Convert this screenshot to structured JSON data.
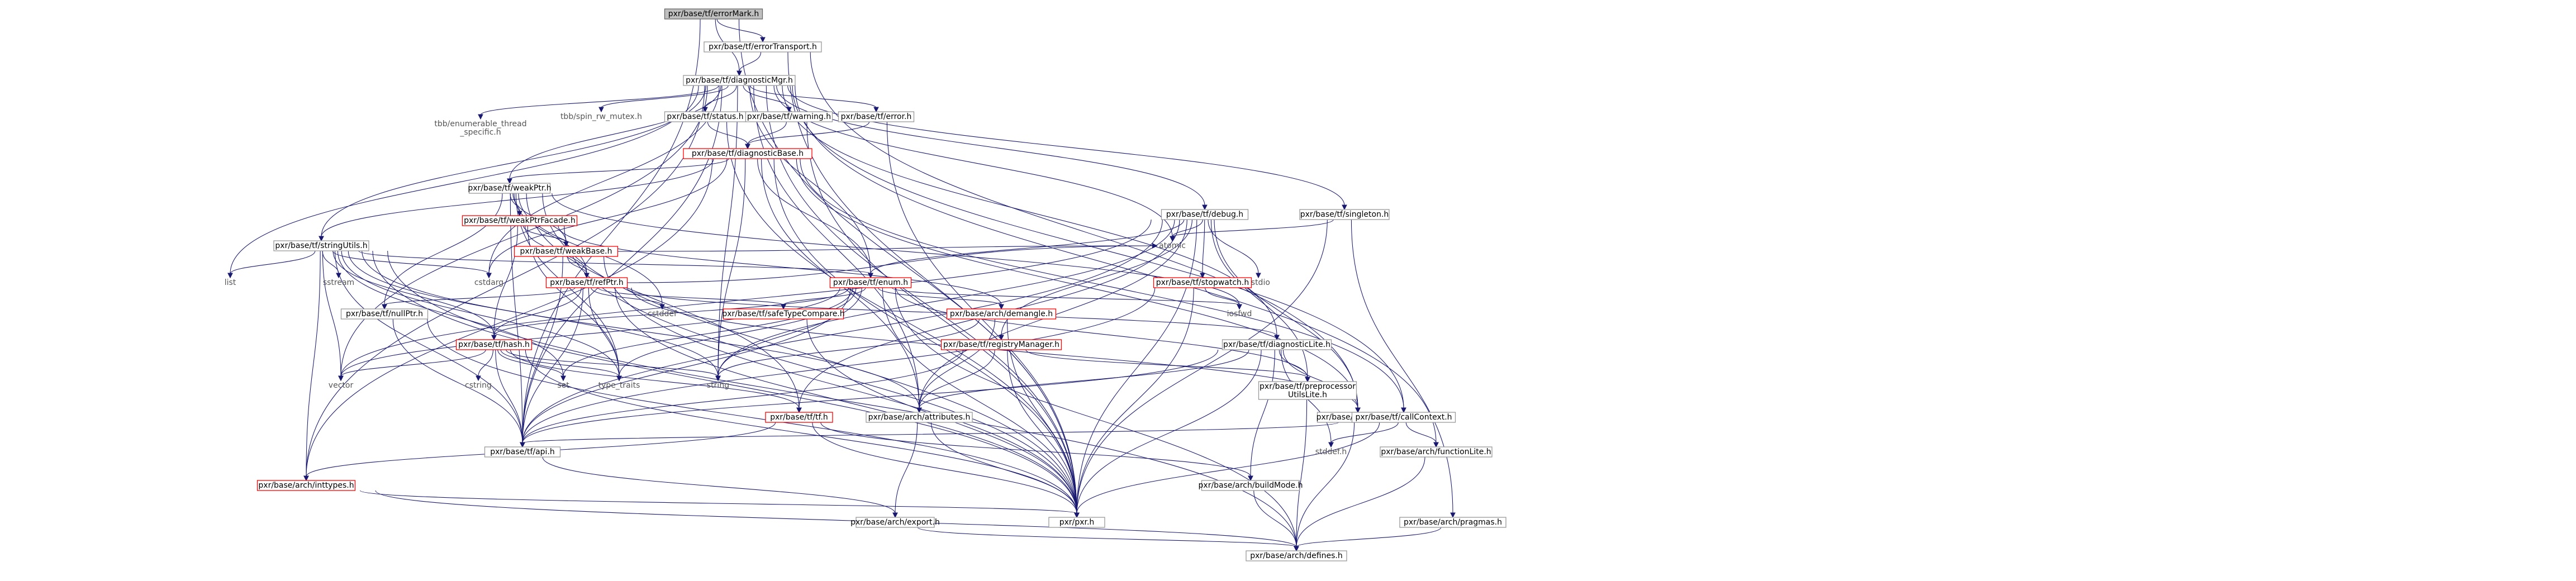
{
  "graph": {
    "nodes": [
      {
        "id": "errorMark",
        "lines": [
          "pxr/base/tf/errorMark.h"
        ],
        "style": "root"
      },
      {
        "id": "errorTransport",
        "lines": [
          "pxr/base/tf/errorTransport.h"
        ],
        "style": "normal"
      },
      {
        "id": "diagnosticMgr",
        "lines": [
          "pxr/base/tf/diagnosticMgr.h"
        ],
        "style": "normal"
      },
      {
        "id": "tbbETS",
        "lines": [
          "tbb/enumerable_thread",
          "_specific.h"
        ],
        "style": "ext"
      },
      {
        "id": "tbbSpin",
        "lines": [
          "tbb/spin_rw_mutex.h"
        ],
        "style": "ext"
      },
      {
        "id": "status",
        "lines": [
          "pxr/base/tf/status.h"
        ],
        "style": "normal"
      },
      {
        "id": "warning",
        "lines": [
          "pxr/base/tf/warning.h"
        ],
        "style": "normal"
      },
      {
        "id": "errorH",
        "lines": [
          "pxr/base/tf/error.h"
        ],
        "style": "normal"
      },
      {
        "id": "diagnosticBase",
        "lines": [
          "pxr/base/tf/diagnosticBase.h"
        ],
        "style": "trunc"
      },
      {
        "id": "weakPtr",
        "lines": [
          "pxr/base/tf/weakPtr.h"
        ],
        "style": "normal"
      },
      {
        "id": "weakPtrFacade",
        "lines": [
          "pxr/base/tf/weakPtrFacade.h"
        ],
        "style": "trunc"
      },
      {
        "id": "weakBase",
        "lines": [
          "pxr/base/tf/weakBase.h"
        ],
        "style": "trunc"
      },
      {
        "id": "refPtr",
        "lines": [
          "pxr/base/tf/refPtr.h"
        ],
        "style": "trunc"
      },
      {
        "id": "stringUtils",
        "lines": [
          "pxr/base/tf/stringUtils.h"
        ],
        "style": "normal"
      },
      {
        "id": "list",
        "lines": [
          "list"
        ],
        "style": "ext"
      },
      {
        "id": "sstream",
        "lines": [
          "sstream"
        ],
        "style": "ext"
      },
      {
        "id": "cstdarg",
        "lines": [
          "cstdarg"
        ],
        "style": "ext"
      },
      {
        "id": "debug",
        "lines": [
          "pxr/base/tf/debug.h"
        ],
        "style": "normal"
      },
      {
        "id": "singleton",
        "lines": [
          "pxr/base/tf/singleton.h"
        ],
        "style": "normal"
      },
      {
        "id": "atomic",
        "lines": [
          "atomic"
        ],
        "style": "ext"
      },
      {
        "id": "cstdio",
        "lines": [
          "cstdio"
        ],
        "style": "ext"
      },
      {
        "id": "enum",
        "lines": [
          "pxr/base/tf/enum.h"
        ],
        "style": "trunc"
      },
      {
        "id": "stopwatch",
        "lines": [
          "pxr/base/tf/stopwatch.h"
        ],
        "style": "trunc"
      },
      {
        "id": "iosfwd",
        "lines": [
          "iosfwd"
        ],
        "style": "ext"
      },
      {
        "id": "nullPtr",
        "lines": [
          "pxr/base/tf/nullPtr.h"
        ],
        "style": "normal"
      },
      {
        "id": "cstddef",
        "lines": [
          "cstddef"
        ],
        "style": "ext"
      },
      {
        "id": "hash",
        "lines": [
          "pxr/base/tf/hash.h"
        ],
        "style": "trunc"
      },
      {
        "id": "safeTypeCompare",
        "lines": [
          "pxr/base/tf/safeTypeCompare.h"
        ],
        "style": "trunc"
      },
      {
        "id": "demangle",
        "lines": [
          "pxr/base/arch/demangle.h"
        ],
        "style": "trunc"
      },
      {
        "id": "registryManager",
        "lines": [
          "pxr/base/tf/registryManager.h"
        ],
        "style": "trunc"
      },
      {
        "id": "diagnosticLite",
        "lines": [
          "pxr/base/tf/diagnosticLite.h"
        ],
        "style": "normal"
      },
      {
        "id": "preprocessorUtilsLite",
        "lines": [
          "pxr/base/tf/preprocessor",
          "UtilsLite.h"
        ],
        "style": "normal"
      },
      {
        "id": "hints",
        "lines": [
          "pxr/base/arch/hints.h"
        ],
        "style": "normal"
      },
      {
        "id": "callContext",
        "lines": [
          "pxr/base/tf/callContext.h"
        ],
        "style": "normal"
      },
      {
        "id": "functionLite",
        "lines": [
          "pxr/base/arch/functionLite.h"
        ],
        "style": "normal"
      },
      {
        "id": "vector",
        "lines": [
          "vector"
        ],
        "style": "ext"
      },
      {
        "id": "cstring",
        "lines": [
          "cstring"
        ],
        "style": "ext"
      },
      {
        "id": "set",
        "lines": [
          "set"
        ],
        "style": "ext"
      },
      {
        "id": "typeTraits",
        "lines": [
          "type_traits"
        ],
        "style": "ext"
      },
      {
        "id": "string",
        "lines": [
          "string"
        ],
        "style": "ext"
      },
      {
        "id": "tfH",
        "lines": [
          "pxr/base/tf/tf.h"
        ],
        "style": "trunc"
      },
      {
        "id": "attributes",
        "lines": [
          "pxr/base/arch/attributes.h"
        ],
        "style": "normal"
      },
      {
        "id": "stddef",
        "lines": [
          "stddef.h"
        ],
        "style": "ext"
      },
      {
        "id": "api",
        "lines": [
          "pxr/base/tf/api.h"
        ],
        "style": "normal"
      },
      {
        "id": "inttypes",
        "lines": [
          "pxr/base/arch/inttypes.h"
        ],
        "style": "trunc"
      },
      {
        "id": "buildMode",
        "lines": [
          "pxr/base/arch/buildMode.h"
        ],
        "style": "normal"
      },
      {
        "id": "archExport",
        "lines": [
          "pxr/base/arch/export.h"
        ],
        "style": "normal"
      },
      {
        "id": "pxr",
        "lines": [
          "pxr/pxr.h"
        ],
        "style": "normal"
      },
      {
        "id": "pragmas",
        "lines": [
          "pxr/base/arch/pragmas.h"
        ],
        "style": "normal"
      },
      {
        "id": "defines",
        "lines": [
          "pxr/base/arch/defines.h"
        ],
        "style": "normal"
      }
    ],
    "edges": [
      [
        "errorMark",
        "errorTransport"
      ],
      [
        "errorMark",
        "diagnosticMgr"
      ],
      [
        "errorMark",
        "api"
      ],
      [
        "errorMark",
        "pxr"
      ],
      [
        "errorTransport",
        "diagnosticMgr"
      ],
      [
        "errorTransport",
        "hints"
      ],
      [
        "errorTransport",
        "pxr"
      ],
      [
        "diagnosticMgr",
        "tbbETS"
      ],
      [
        "diagnosticMgr",
        "tbbSpin"
      ],
      [
        "diagnosticMgr",
        "status"
      ],
      [
        "diagnosticMgr",
        "warning"
      ],
      [
        "diagnosticMgr",
        "errorH"
      ],
      [
        "diagnosticMgr",
        "weakPtr"
      ],
      [
        "diagnosticMgr",
        "stringUtils"
      ],
      [
        "diagnosticMgr",
        "debug"
      ],
      [
        "diagnosticMgr",
        "singleton"
      ],
      [
        "diagnosticMgr",
        "enum"
      ],
      [
        "diagnosticMgr",
        "diagnosticLite"
      ],
      [
        "diagnosticMgr",
        "callContext"
      ],
      [
        "diagnosticMgr",
        "functionLite"
      ],
      [
        "diagnosticMgr",
        "attributes"
      ],
      [
        "diagnosticMgr",
        "inttypes"
      ],
      [
        "diagnosticMgr",
        "api"
      ],
      [
        "diagnosticMgr",
        "pxr"
      ],
      [
        "diagnosticMgr",
        "list"
      ],
      [
        "diagnosticMgr",
        "cstdarg"
      ],
      [
        "diagnosticMgr",
        "atomic"
      ],
      [
        "diagnosticMgr",
        "string"
      ],
      [
        "diagnosticMgr",
        "vector"
      ],
      [
        "status",
        "diagnosticBase"
      ],
      [
        "status",
        "pxr"
      ],
      [
        "warning",
        "diagnosticBase"
      ],
      [
        "warning",
        "pxr"
      ],
      [
        "errorH",
        "diagnosticBase"
      ],
      [
        "errorH",
        "pxr"
      ],
      [
        "diagnosticBase",
        "weakPtr"
      ],
      [
        "diagnosticBase",
        "enum"
      ],
      [
        "diagnosticBase",
        "callContext"
      ],
      [
        "diagnosticBase",
        "attributes"
      ],
      [
        "diagnosticBase",
        "inttypes"
      ],
      [
        "diagnosticBase",
        "pxr"
      ],
      [
        "diagnosticBase",
        "stringUtils"
      ],
      [
        "diagnosticBase",
        "cstdarg"
      ],
      [
        "diagnosticBase",
        "string"
      ],
      [
        "diagnosticBase",
        "hints"
      ],
      [
        "weakPtr",
        "weakPtrFacade"
      ],
      [
        "weakPtr",
        "weakBase"
      ],
      [
        "weakPtr",
        "refPtr"
      ],
      [
        "weakPtr",
        "nullPtr"
      ],
      [
        "weakPtr",
        "tfH"
      ],
      [
        "weakPtr",
        "api"
      ],
      [
        "weakPtr",
        "pxr"
      ],
      [
        "weakPtr",
        "cstddef"
      ],
      [
        "weakPtr",
        "typeTraits"
      ],
      [
        "weakPtr",
        "iosfwd"
      ],
      [
        "weakPtrFacade",
        "weakBase"
      ],
      [
        "weakPtrFacade",
        "refPtr"
      ],
      [
        "weakPtrFacade",
        "demangle"
      ],
      [
        "weakPtrFacade",
        "hash"
      ],
      [
        "weakPtrFacade",
        "typeTraits"
      ],
      [
        "weakPtrFacade",
        "pxr"
      ],
      [
        "weakBase",
        "refPtr"
      ],
      [
        "weakBase",
        "atomic"
      ],
      [
        "weakBase",
        "api"
      ],
      [
        "weakBase",
        "pxr"
      ],
      [
        "refPtr",
        "nullPtr"
      ],
      [
        "refPtr",
        "hash"
      ],
      [
        "refPtr",
        "safeTypeCompare"
      ],
      [
        "refPtr",
        "diagnosticLite"
      ],
      [
        "refPtr",
        "api"
      ],
      [
        "refPtr",
        "pxr"
      ],
      [
        "refPtr",
        "hints"
      ],
      [
        "refPtr",
        "typeTraits"
      ],
      [
        "refPtr",
        "cstddef"
      ],
      [
        "refPtr",
        "atomic"
      ],
      [
        "stringUtils",
        "inttypes"
      ],
      [
        "stringUtils",
        "attributes"
      ],
      [
        "stringUtils",
        "enum"
      ],
      [
        "stringUtils",
        "api"
      ],
      [
        "stringUtils",
        "pxr"
      ],
      [
        "stringUtils",
        "list"
      ],
      [
        "stringUtils",
        "sstream"
      ],
      [
        "stringUtils",
        "cstdarg"
      ],
      [
        "stringUtils",
        "vector"
      ],
      [
        "stringUtils",
        "set"
      ],
      [
        "stringUtils",
        "string"
      ],
      [
        "stringUtils",
        "typeTraits"
      ],
      [
        "stringUtils",
        "hash"
      ],
      [
        "stringUtils",
        "defines"
      ],
      [
        "debug",
        "enum"
      ],
      [
        "debug",
        "stopwatch"
      ],
      [
        "debug",
        "registryManager"
      ],
      [
        "debug",
        "preprocessorUtilsLite"
      ],
      [
        "debug",
        "tfH"
      ],
      [
        "debug",
        "api"
      ],
      [
        "debug",
        "attributes"
      ],
      [
        "debug",
        "hints"
      ],
      [
        "debug",
        "pxr"
      ],
      [
        "debug",
        "atomic"
      ],
      [
        "debug",
        "cstdio"
      ],
      [
        "debug",
        "string"
      ],
      [
        "debug",
        "vector"
      ],
      [
        "singleton",
        "pragmas"
      ],
      [
        "singleton",
        "pxr"
      ],
      [
        "singleton",
        "atomic"
      ],
      [
        "enum",
        "hash"
      ],
      [
        "enum",
        "preprocessorUtilsLite"
      ],
      [
        "enum",
        "safeTypeCompare"
      ],
      [
        "enum",
        "demangle"
      ],
      [
        "enum",
        "api"
      ],
      [
        "enum",
        "pxr"
      ],
      [
        "enum",
        "defines"
      ],
      [
        "enum",
        "iosfwd"
      ],
      [
        "enum",
        "set"
      ],
      [
        "enum",
        "string"
      ],
      [
        "enum",
        "typeTraits"
      ],
      [
        "enum",
        "vector"
      ],
      [
        "stopwatch",
        "api"
      ],
      [
        "stopwatch",
        "pxr"
      ],
      [
        "stopwatch",
        "iosfwd"
      ],
      [
        "nullPtr",
        "api"
      ],
      [
        "nullPtr",
        "pxr"
      ],
      [
        "hash",
        "tfH"
      ],
      [
        "hash",
        "api"
      ],
      [
        "hash",
        "pxr"
      ],
      [
        "hash",
        "cstring"
      ],
      [
        "hash",
        "string"
      ],
      [
        "hash",
        "typeTraits"
      ],
      [
        "hash",
        "vector"
      ],
      [
        "hash",
        "set"
      ],
      [
        "safeTypeCompare",
        "pxr"
      ],
      [
        "demangle",
        "attributes"
      ],
      [
        "demangle",
        "pxr"
      ],
      [
        "demangle",
        "string"
      ],
      [
        "registryManager",
        "attributes"
      ],
      [
        "registryManager",
        "preprocessorUtilsLite"
      ],
      [
        "registryManager",
        "api"
      ],
      [
        "registryManager",
        "pxr"
      ],
      [
        "diagnosticLite",
        "attributes"
      ],
      [
        "diagnosticLite",
        "buildMode"
      ],
      [
        "diagnosticLite",
        "hints"
      ],
      [
        "diagnosticLite",
        "preprocessorUtilsLite"
      ],
      [
        "diagnosticLite",
        "api"
      ],
      [
        "diagnosticLite",
        "pxr"
      ],
      [
        "diagnosticLite",
        "stddef"
      ],
      [
        "preprocessorUtilsLite",
        "defines"
      ],
      [
        "hints",
        "defines"
      ],
      [
        "callContext",
        "functionLite"
      ],
      [
        "callContext",
        "api"
      ],
      [
        "callContext",
        "pxr"
      ],
      [
        "callContext",
        "stddef"
      ],
      [
        "functionLite",
        "defines"
      ],
      [
        "tfH",
        "inttypes"
      ],
      [
        "tfH",
        "buildMode"
      ],
      [
        "tfH",
        "pxr"
      ],
      [
        "attributes",
        "archExport"
      ],
      [
        "attributes",
        "pxr"
      ],
      [
        "api",
        "archExport"
      ],
      [
        "inttypes",
        "defines"
      ],
      [
        "inttypes",
        "pxr"
      ],
      [
        "buildMode",
        "defines"
      ],
      [
        "archExport",
        "defines"
      ],
      [
        "pragmas",
        "defines"
      ]
    ]
  }
}
